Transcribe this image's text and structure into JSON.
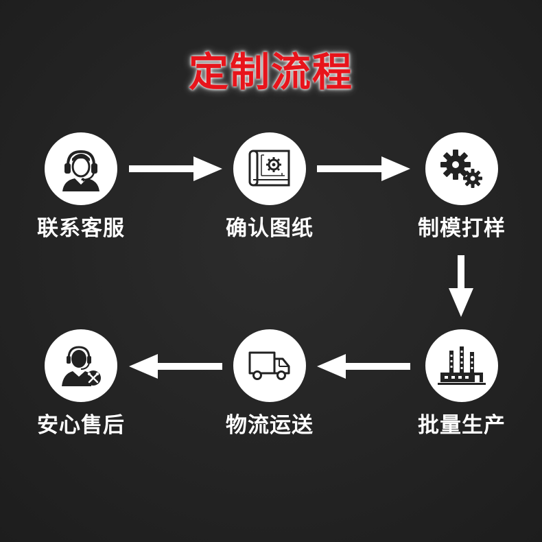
{
  "title": "定制流程",
  "steps": [
    {
      "label": "联系客服",
      "icon": "customer-service-icon"
    },
    {
      "label": "确认图纸",
      "icon": "blueprint-icon"
    },
    {
      "label": "制模打样",
      "icon": "gears-icon"
    },
    {
      "label": "批量生产",
      "icon": "factory-icon"
    },
    {
      "label": "物流运送",
      "icon": "truck-icon"
    },
    {
      "label": "安心售后",
      "icon": "after-sales-support-icon"
    }
  ],
  "colors": {
    "title": "#e8141b",
    "background": "#252525",
    "icon": "#222222"
  }
}
